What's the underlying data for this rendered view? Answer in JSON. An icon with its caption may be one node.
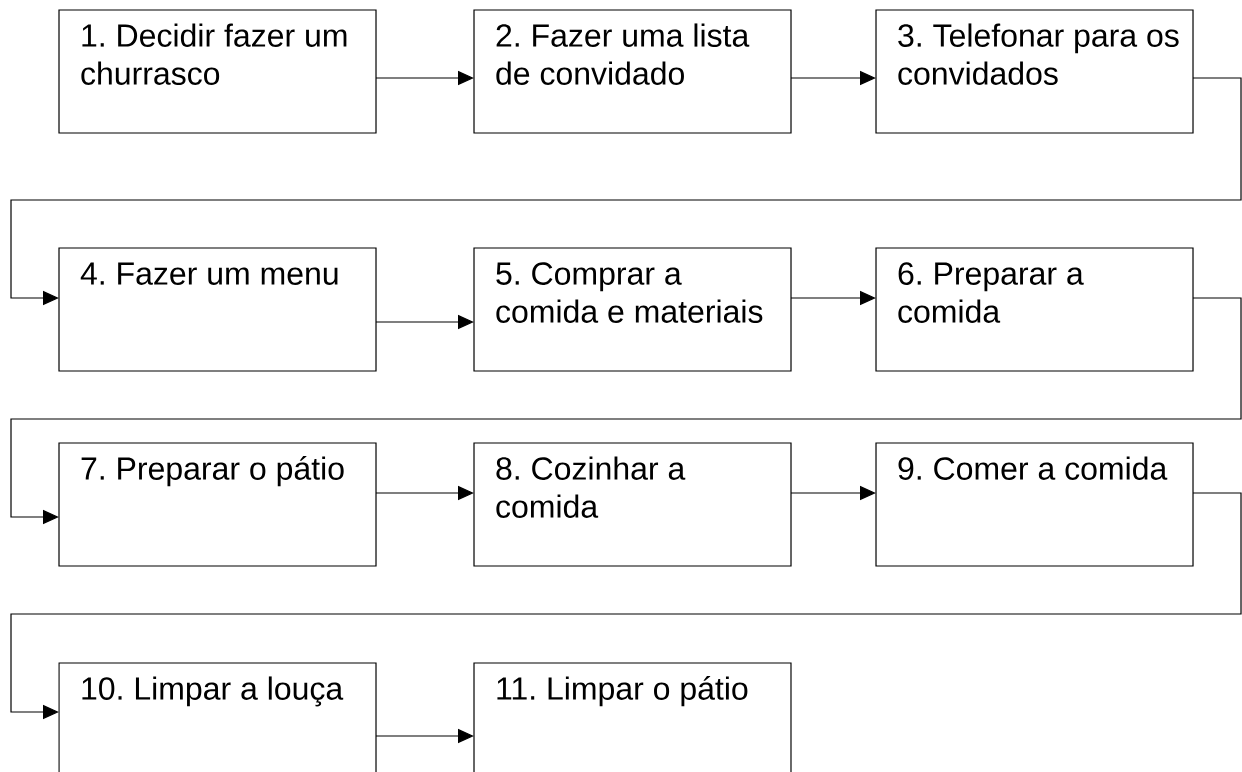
{
  "diagram": {
    "nodes": [
      {
        "text": [
          "1. Decidir fazer um churrasco"
        ]
      },
      {
        "text": [
          "2. Fazer uma lista de convidado"
        ]
      },
      {
        "text": [
          "3. Telefonar para os convidados"
        ]
      },
      {
        "text": [
          "4. Fazer um menu"
        ]
      },
      {
        "text": [
          "5. Comprar a comida e materiais"
        ]
      },
      {
        "text": [
          "6. Preparar a comida"
        ]
      },
      {
        "text": [
          "7. Preparar o pátio"
        ]
      },
      {
        "text": [
          "8. Cozinhar a comida"
        ]
      },
      {
        "text": [
          "9. Comer a comida"
        ]
      },
      {
        "text": [
          "10. Limpar a louça"
        ]
      },
      {
        "text": [
          "11. Limpar o pátio"
        ]
      }
    ],
    "edges": [
      {
        "from": 0,
        "to": 1,
        "arrow": "to"
      },
      {
        "from": 1,
        "to": 2,
        "arrow": "to"
      },
      {
        "from": 2,
        "to": 3,
        "arrow": "to"
      },
      {
        "from": 3,
        "to": 4,
        "arrow": "to"
      },
      {
        "from": 4,
        "to": 5,
        "arrow": "to"
      },
      {
        "from": 5,
        "to": 6,
        "arrow": "to"
      },
      {
        "from": 6,
        "to": 7,
        "arrow": "to"
      },
      {
        "from": 7,
        "to": 8,
        "arrow": "to"
      },
      {
        "from": 8,
        "to": 9,
        "arrow": "to"
      },
      {
        "from": 9,
        "to": 10,
        "arrow": "to"
      }
    ]
  }
}
